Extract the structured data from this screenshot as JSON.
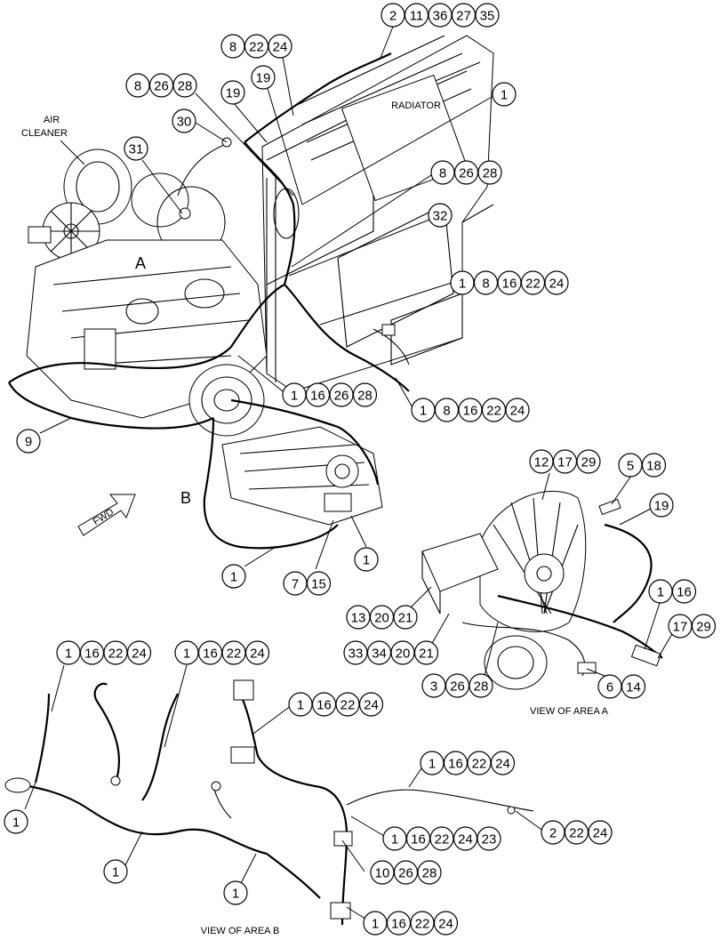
{
  "labels": {
    "air_cleaner_1": "AIR",
    "air_cleaner_2": "CLEANER",
    "radiator": "RADIATOR",
    "area_a": "A",
    "area_b": "B",
    "fwd": "FWD",
    "view_a": "VIEW OF AREA A",
    "view_b": "VIEW OF AREA B"
  },
  "callouts": [
    {
      "id": "c-top-right",
      "nums": [
        "2",
        "11",
        "36",
        "27",
        "35"
      ]
    },
    {
      "id": "c-8-22-24-top",
      "nums": [
        "8",
        "22",
        "24"
      ]
    },
    {
      "id": "c-8-26-28-top",
      "nums": [
        "8",
        "26",
        "28"
      ]
    },
    {
      "id": "c-19-a",
      "nums": [
        "19"
      ]
    },
    {
      "id": "c-19-b",
      "nums": [
        "19"
      ]
    },
    {
      "id": "c-1-radiator",
      "nums": [
        "1"
      ]
    },
    {
      "id": "c-30",
      "nums": [
        "30"
      ]
    },
    {
      "id": "c-31",
      "nums": [
        "31"
      ]
    },
    {
      "id": "c-8-26-28-mid",
      "nums": [
        "8",
        "26",
        "28"
      ]
    },
    {
      "id": "c-32",
      "nums": [
        "32"
      ]
    },
    {
      "id": "c-1-8-16-22-24-a",
      "nums": [
        "1",
        "8",
        "16",
        "22",
        "24"
      ]
    },
    {
      "id": "c-1-16-26-28",
      "nums": [
        "1",
        "16",
        "26",
        "28"
      ]
    },
    {
      "id": "c-1-8-16-22-24-b",
      "nums": [
        "1",
        "8",
        "16",
        "22",
        "24"
      ]
    },
    {
      "id": "c-9",
      "nums": [
        "9"
      ]
    },
    {
      "id": "c-12-17-29",
      "nums": [
        "12",
        "17",
        "29"
      ]
    },
    {
      "id": "c-5-18",
      "nums": [
        "5",
        "18"
      ]
    },
    {
      "id": "c-19-c",
      "nums": [
        "19"
      ]
    },
    {
      "id": "c-1-trans-right",
      "nums": [
        "1"
      ]
    },
    {
      "id": "c-1-trans-left",
      "nums": [
        "1"
      ]
    },
    {
      "id": "c-7-15",
      "nums": [
        "7",
        "15"
      ]
    },
    {
      "id": "c-1-16-area-a",
      "nums": [
        "1",
        "16"
      ]
    },
    {
      "id": "c-13-20-21",
      "nums": [
        "13",
        "20",
        "21"
      ]
    },
    {
      "id": "c-17-29",
      "nums": [
        "17",
        "29"
      ]
    },
    {
      "id": "c-33-34-20-21",
      "nums": [
        "33",
        "34",
        "20",
        "21"
      ]
    },
    {
      "id": "c-3-26-28",
      "nums": [
        "3",
        "26",
        "28"
      ]
    },
    {
      "id": "c-6-14",
      "nums": [
        "6",
        "14"
      ]
    },
    {
      "id": "c-b-1-16-22-24-a",
      "nums": [
        "1",
        "16",
        "22",
        "24"
      ]
    },
    {
      "id": "c-b-1-16-22-24-b",
      "nums": [
        "1",
        "16",
        "22",
        "24"
      ]
    },
    {
      "id": "c-b-1-16-22-24-c",
      "nums": [
        "1",
        "16",
        "22",
        "24"
      ]
    },
    {
      "id": "c-b-1-16-22-24-d",
      "nums": [
        "1",
        "16",
        "22",
        "24"
      ]
    },
    {
      "id": "c-b-1-left",
      "nums": [
        "1"
      ]
    },
    {
      "id": "c-b-1-16-22-24-23",
      "nums": [
        "1",
        "16",
        "22",
        "24",
        "23"
      ]
    },
    {
      "id": "c-b-2-22-24",
      "nums": [
        "2",
        "22",
        "24"
      ]
    },
    {
      "id": "c-b-1-mid",
      "nums": [
        "1"
      ]
    },
    {
      "id": "c-b-10-26-28",
      "nums": [
        "10",
        "26",
        "28"
      ]
    },
    {
      "id": "c-b-1-lower",
      "nums": [
        "1"
      ]
    },
    {
      "id": "c-b-1-16-22-24-e",
      "nums": [
        "1",
        "16",
        "22",
        "24"
      ]
    }
  ]
}
